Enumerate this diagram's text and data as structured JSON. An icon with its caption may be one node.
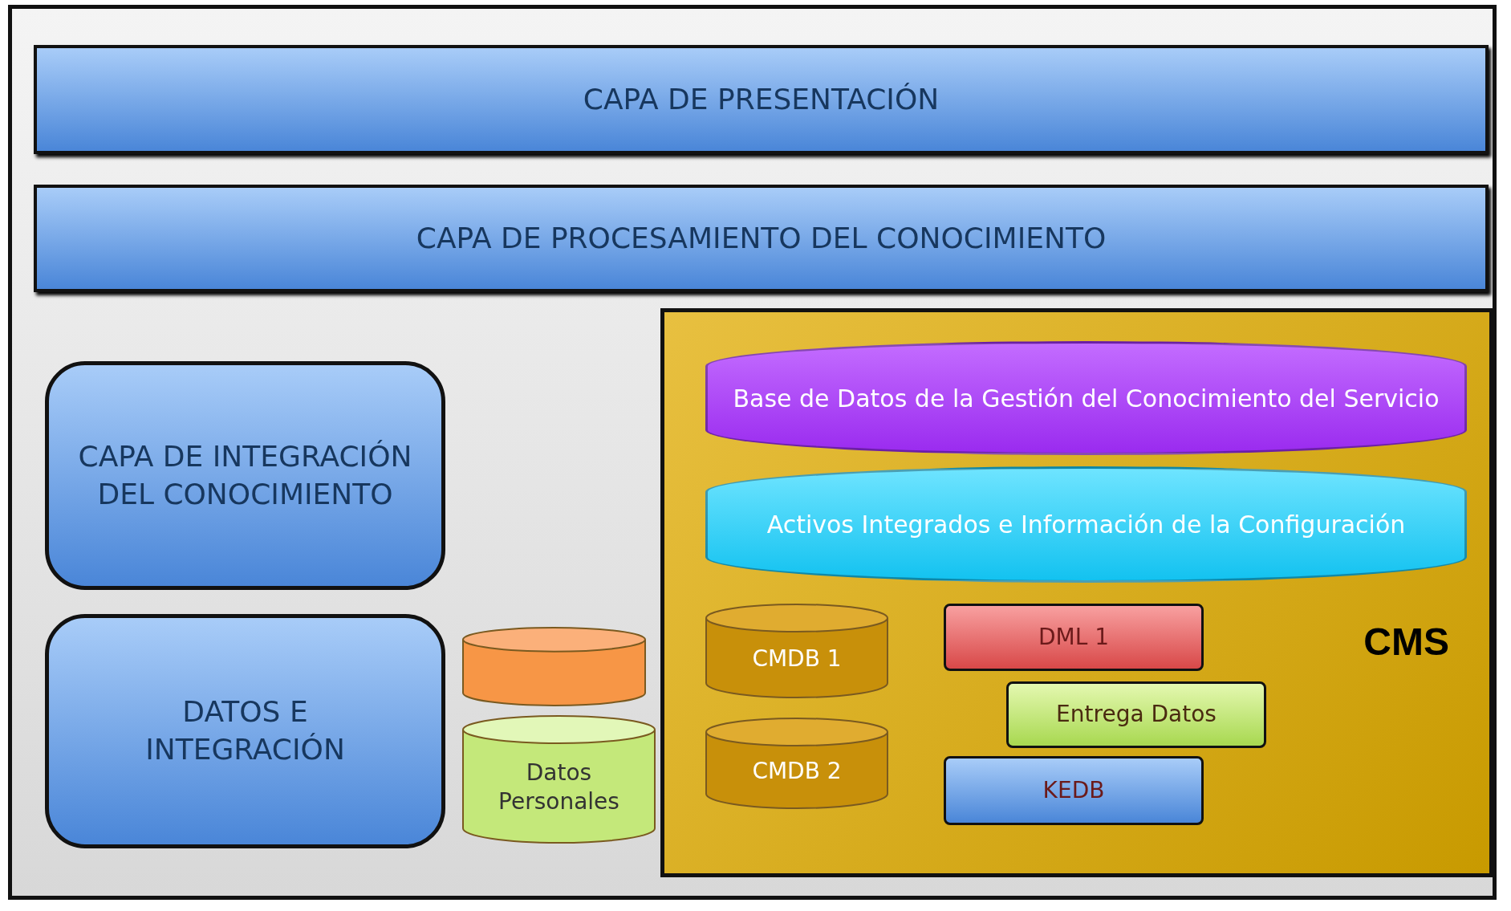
{
  "diagram": {
    "nodes": [
      {
        "text": [
          "CAPA DE PRESENTACIÓN"
        ]
      },
      {
        "text": [
          "CAPA DE PROCESAMIENTO DEL CONOCIMIENTO"
        ]
      },
      {
        "text": [
          "CAPA DE INTEGRACIÓN DEL CONOCIMIENTO"
        ]
      },
      {
        "text": [
          "DATOS E INTEGRACIÓN"
        ]
      },
      {
        "text": [],
        "shape": "cylinder"
      },
      {
        "text": [
          "Datos Personales"
        ]
      },
      {
        "text": [
          "CMS"
        ]
      },
      {
        "text": [
          "Base de Datos de la Gestión del Conocimiento del Servicio"
        ],
        "in": 6
      },
      {
        "text": [
          "Activos Integrados e Información de la Configuración"
        ],
        "in": 6
      },
      {
        "text": [
          "CMDB 1"
        ],
        "in": 6
      },
      {
        "text": [
          "CMDB 2"
        ],
        "in": 6
      },
      {
        "text": [
          "DML 1"
        ],
        "in": 6
      },
      {
        "text": [
          "Entrega Datos"
        ],
        "in": 6
      },
      {
        "text": [
          "KEDB"
        ],
        "in": 6
      }
    ]
  }
}
